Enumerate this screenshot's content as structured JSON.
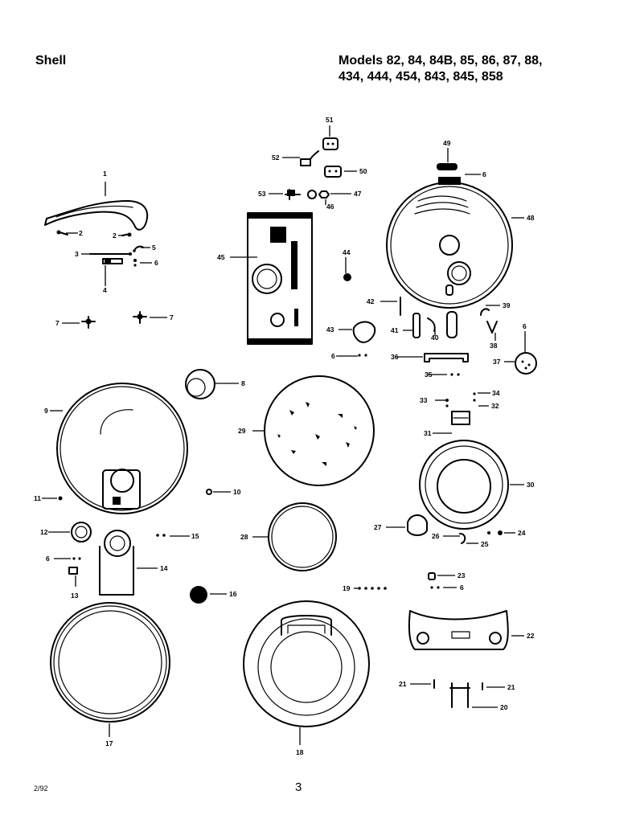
{
  "header": {
    "section_title": "Shell",
    "models_line1": "Models 82, 84, 84B, 85, 86, 87, 88,",
    "models_line2": "434, 444, 454, 843, 845, 858"
  },
  "footer": {
    "date_code": "2/92",
    "page_number": "3"
  },
  "callouts": {
    "c1": "1",
    "c2a": "2",
    "c2b": "2",
    "c3": "3",
    "c4": "4",
    "c5": "5",
    "c6a": "6",
    "c6b": "6",
    "c6c": "6",
    "c6d": "6",
    "c6e": "6",
    "c6f": "6",
    "c7a": "7",
    "c7b": "7",
    "c8": "8",
    "c9": "9",
    "c10": "10",
    "c11": "11",
    "c12": "12",
    "c13": "13",
    "c14": "14",
    "c15": "15",
    "c16": "16",
    "c17": "17",
    "c18": "18",
    "c19": "19",
    "c20": "20",
    "c21a": "21",
    "c21b": "21",
    "c22": "22",
    "c23": "23",
    "c24": "24",
    "c25": "25",
    "c26": "26",
    "c27": "27",
    "c28": "28",
    "c29": "29",
    "c30": "30",
    "c31": "31",
    "c32": "32",
    "c33": "33",
    "c34": "34",
    "c35": "35",
    "c36": "36",
    "c37": "37",
    "c38": "38",
    "c39": "39",
    "c40": "40",
    "c41": "41",
    "c42": "42",
    "c43": "43",
    "c44": "44",
    "c45": "45",
    "c46": "46",
    "c47": "47",
    "c48": "48",
    "c49": "49",
    "c50": "50",
    "c51": "51",
    "c52": "52",
    "c53": "53"
  }
}
